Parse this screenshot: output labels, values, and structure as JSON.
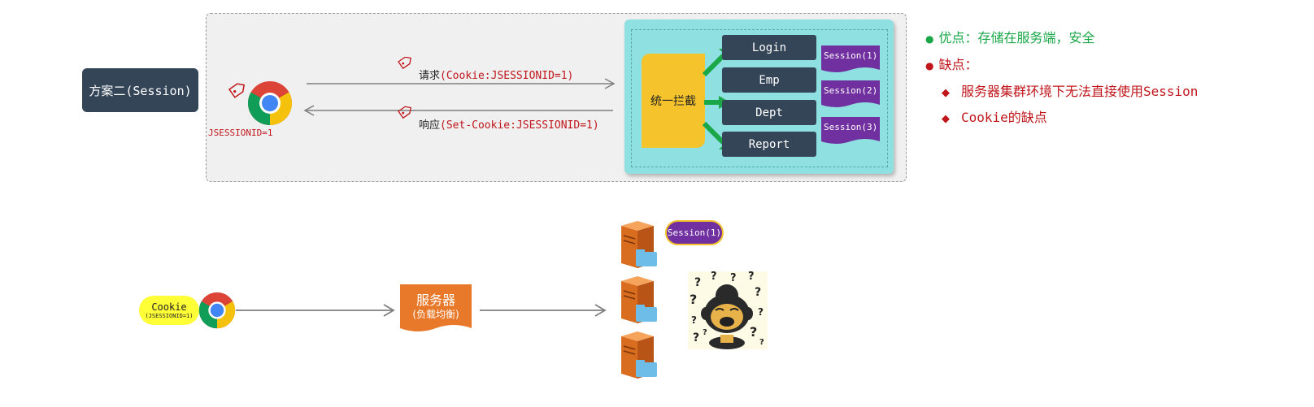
{
  "title": "方案二(Session)",
  "browser": {
    "cookie_label": "JSESSIONID=1"
  },
  "request": {
    "label": "请求",
    "code": "(Cookie:JSESSIONID=1)"
  },
  "response": {
    "label": "响应",
    "code": "(Set-Cookie:JSESSIONID=1)"
  },
  "server": {
    "interceptor_label": "统一拦截",
    "controllers": [
      "Login",
      "Emp",
      "Dept",
      "Report"
    ],
    "sessions": [
      "Session(1)",
      "Session(2)",
      "Session(3)"
    ]
  },
  "notes": {
    "pros": "优点：存储在服务端，安全",
    "cons_title": "缺点：",
    "cons": [
      "服务器集群环境下无法直接使用Session",
      "Cookie的缺点"
    ]
  },
  "cluster": {
    "cookie_title": "Cookie",
    "cookie_sub": "(JSESSIONID=1)",
    "server_title": "服务器",
    "server_sub": "(负载均衡)",
    "session_label": "Session(1)"
  },
  "colors": {
    "dark": "#344558",
    "accent_red": "#c0161b",
    "accent_green": "#1aa748",
    "purple": "#7030a0",
    "yellow": "#f5c42c",
    "orange": "#e8792a",
    "teal": "#8fe0e0"
  }
}
